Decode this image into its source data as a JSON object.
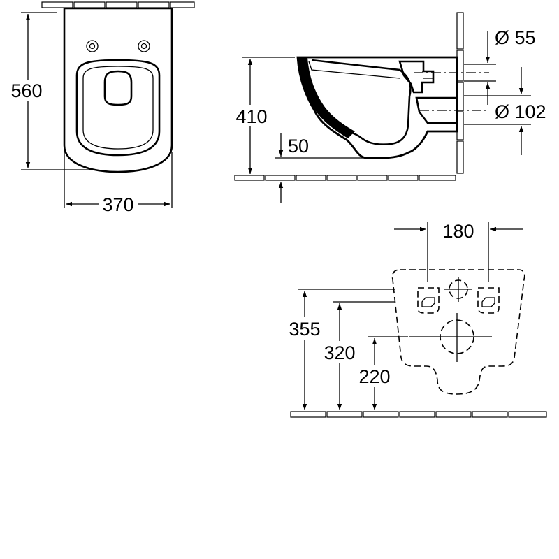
{
  "views": {
    "top": {
      "width": "370",
      "depth": "560"
    },
    "side": {
      "height": "410",
      "floor_gap": "50",
      "inlet": "Ø 55",
      "outlet": "Ø 102"
    },
    "rear": {
      "fixing_spacing": "180",
      "fixing_height": "355",
      "inlet_height": "320",
      "outlet_height": "220"
    }
  }
}
